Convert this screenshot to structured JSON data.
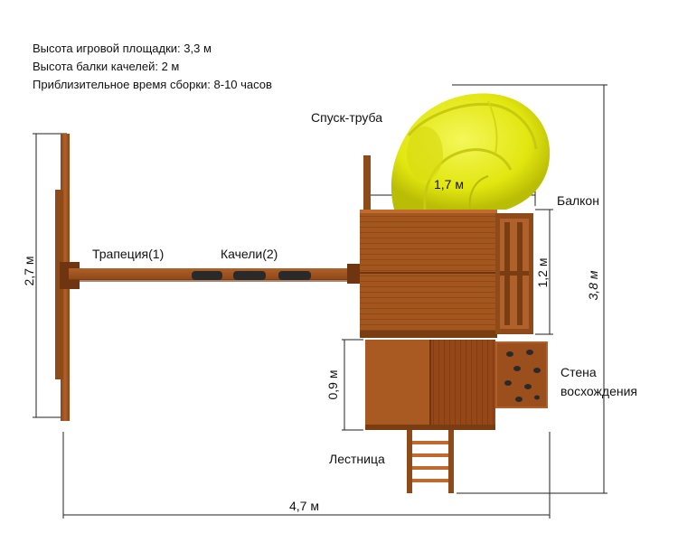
{
  "specs": {
    "height_platform": "Высота игровой площадки: 3,3 м",
    "height_swing_beam": "Высота балки качелей: 2 м",
    "assembly_time": "Приблизительное время сборки: 8-10 часов"
  },
  "labels": {
    "tube_slide": "Спуск-труба",
    "balcony": "Балкон",
    "trapeze": "Трапеция(1)",
    "swings": "Качели(2)",
    "climbing_wall_line1": "Стена",
    "climbing_wall_line2": "восхождения",
    "ladder": "Лестница"
  },
  "dimensions": {
    "swing_frame_height": "2,7 м",
    "total_height": "3,8 м",
    "slide_width": "1,7 м",
    "balcony_depth": "1,2 м",
    "lower_section": "0,9 м",
    "total_width": "4,7 м"
  },
  "colors": {
    "wood": "#a0521d",
    "wood_dark": "#7a3d12",
    "wood_light": "#b8662a",
    "slide_yellow": "#e8ec1a",
    "slide_shadow": "#b7bb0a",
    "dim_line": "#222222"
  }
}
